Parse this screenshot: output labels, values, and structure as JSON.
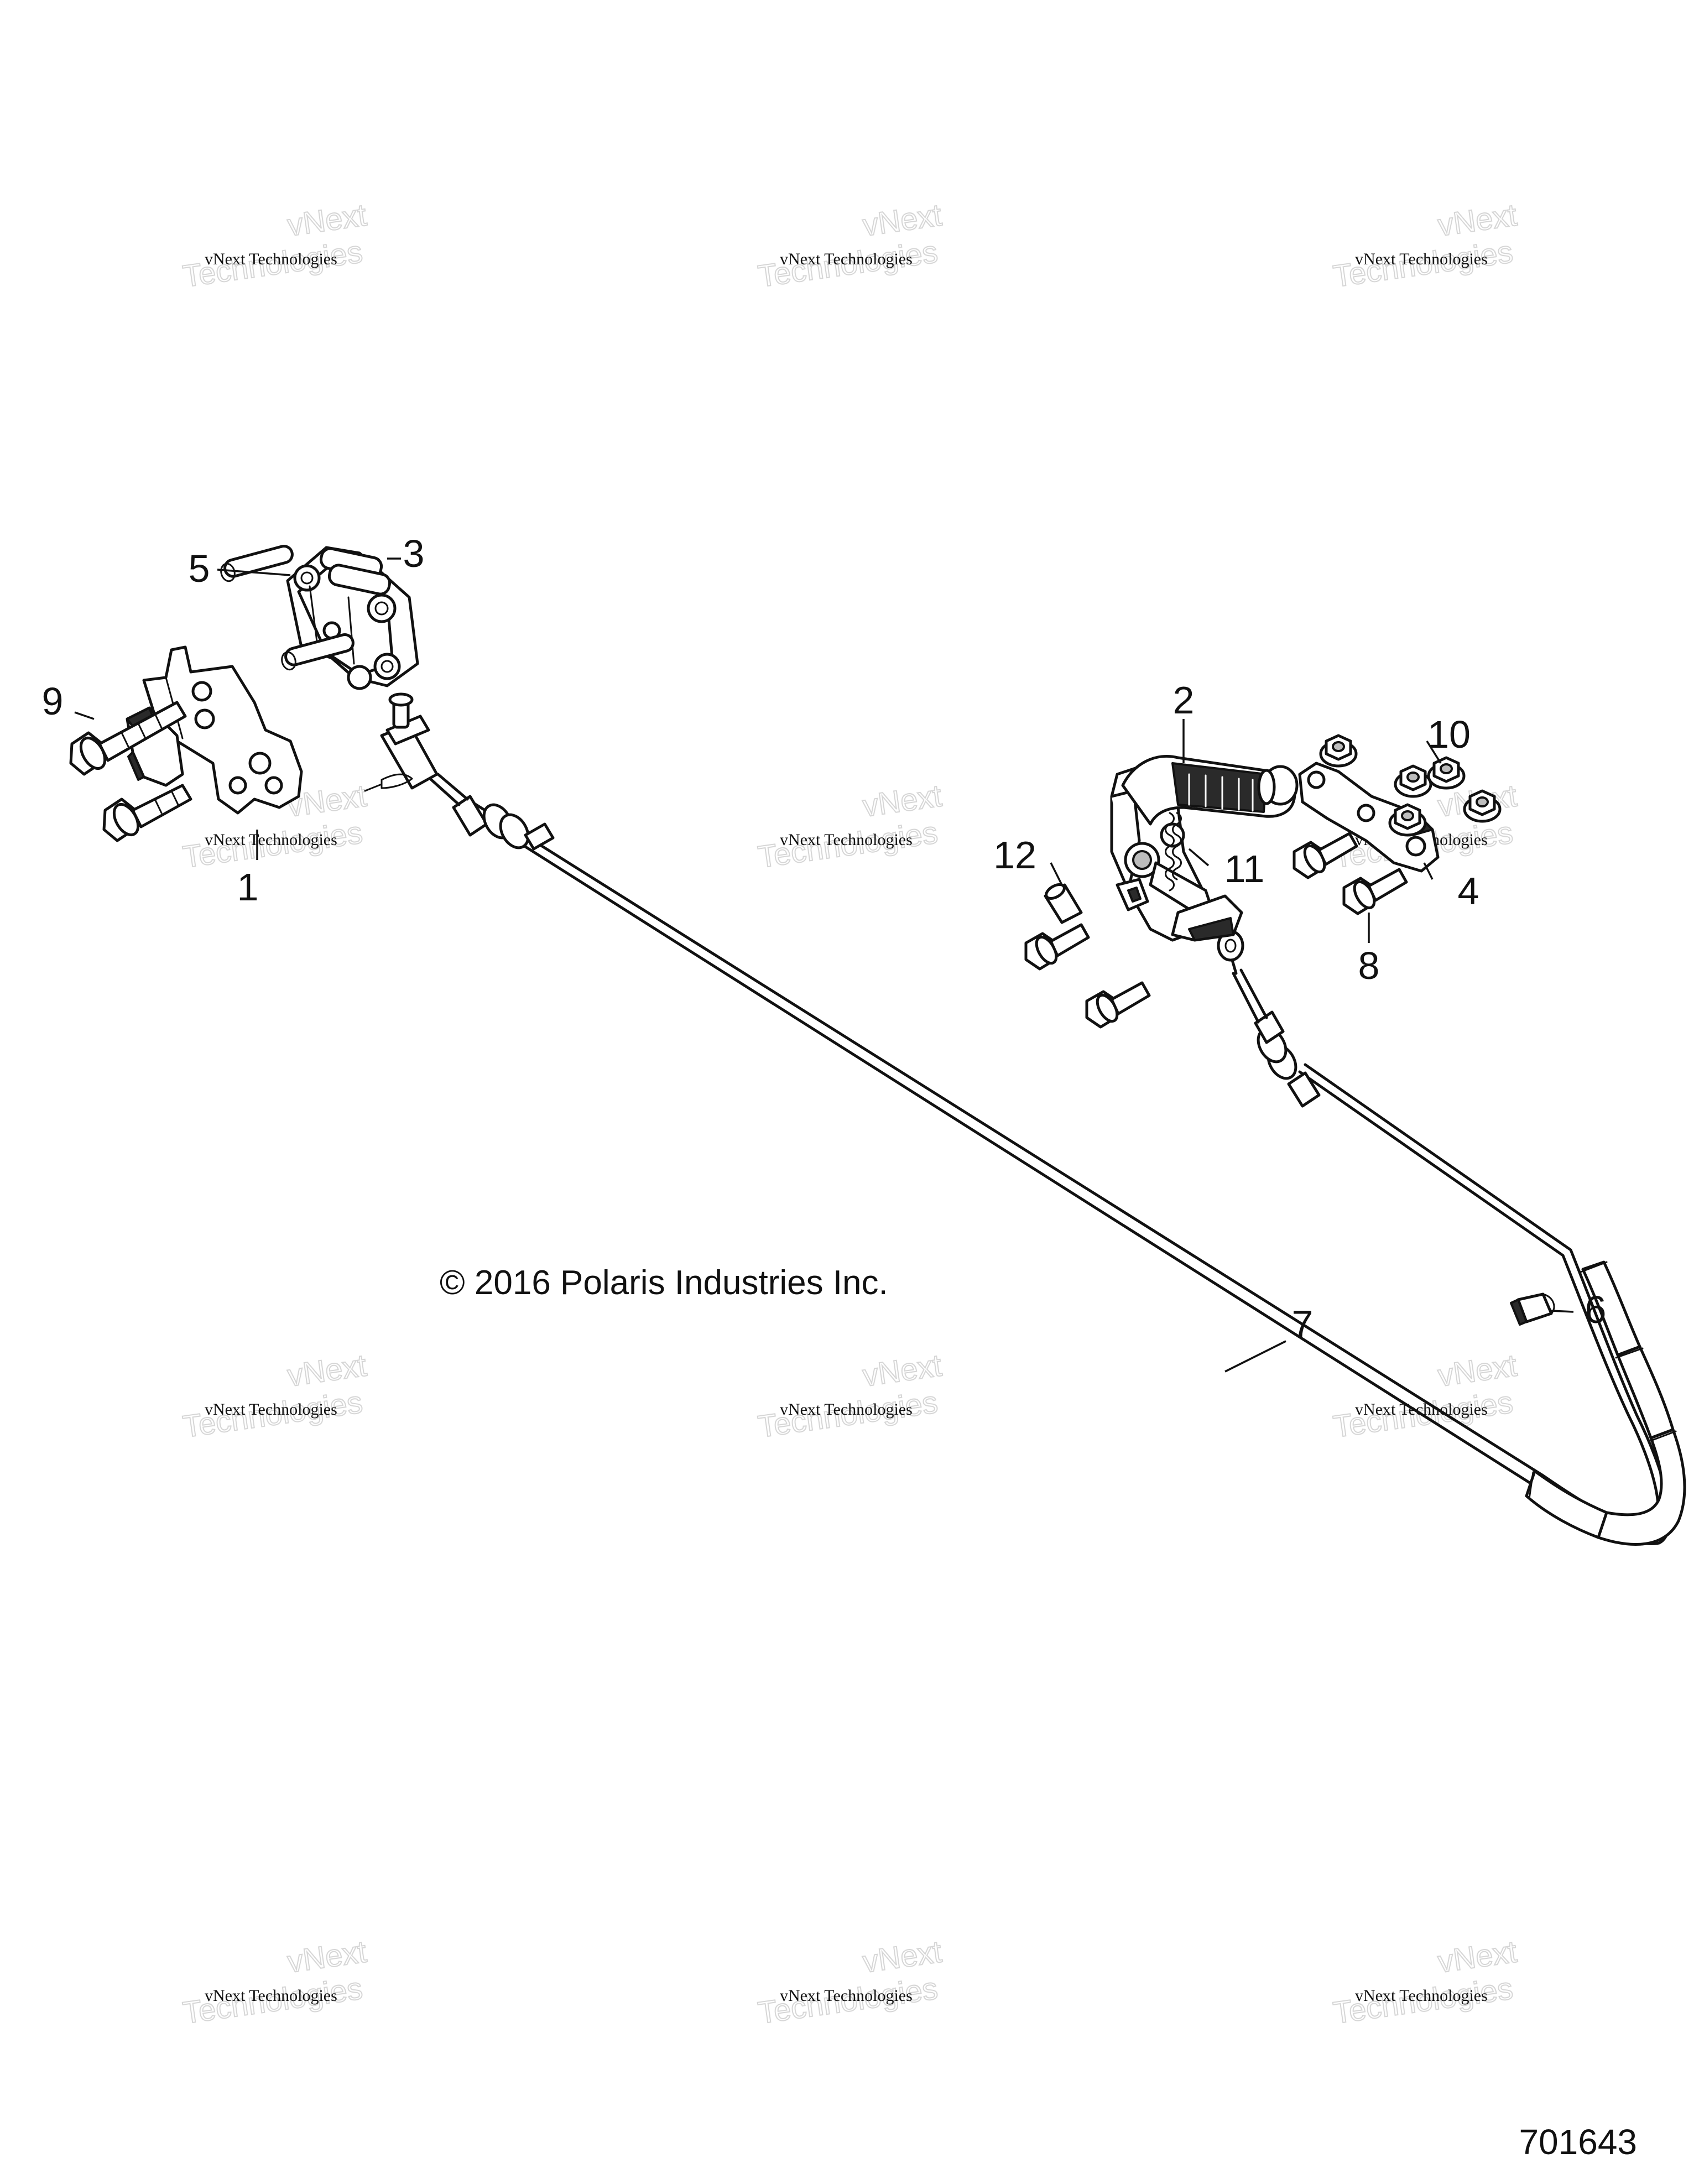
{
  "callouts": [
    "1",
    "2",
    "3",
    "4",
    "5",
    "6",
    "7",
    "8",
    "9",
    "10",
    "11",
    "12"
  ],
  "copyright": "© 2016 Polaris Industries Inc.",
  "figure_number": "701643",
  "watermark": {
    "line1": "vNext Technologies",
    "line2": "vNext",
    "line3": "Technologies"
  },
  "colors": {
    "ink": "#111111",
    "watermark_outline": "#d6d6d6",
    "background": "#ffffff"
  }
}
